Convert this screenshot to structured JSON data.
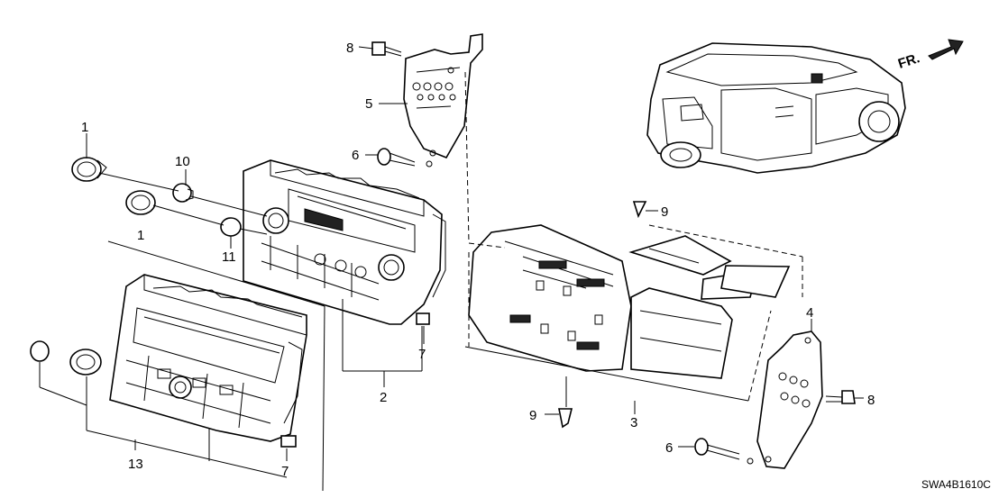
{
  "callouts": {
    "c1a": "1",
    "c1b": "1",
    "c10": "10",
    "c11": "11",
    "c13": "13",
    "c2": "2",
    "c3": "3",
    "c4": "4",
    "c5": "5",
    "c6a": "6",
    "c6b": "6",
    "c7a": "7",
    "c7b": "7",
    "c8a": "8",
    "c8b": "8",
    "c9a": "9",
    "c9b": "9"
  },
  "direction_label": "FR.",
  "diagram_code": "SWA4B1610C"
}
